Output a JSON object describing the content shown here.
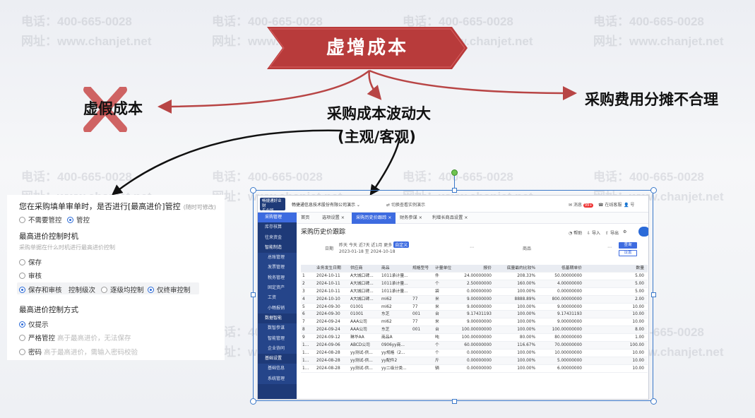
{
  "watermark": {
    "phone": "电话：400-665-0028",
    "site": "网址：www.chanjet.net"
  },
  "slide": {
    "banner": "虚增成本",
    "label_left": "虚假成本",
    "label_right": "采购费用分摊不合理",
    "label_middle_1": "采购成本波动大",
    "label_middle_2": "(主观/客观)",
    "colors": {
      "banner": "#b83b3b",
      "arrow": "#b84545",
      "cross": "#c94a4a"
    }
  },
  "settings_panel": {
    "question": "您在采购填单审单时，是否进行[最高进价]管控",
    "question_note": "(随时可修改)",
    "opt_no": "不需要管控",
    "opt_yes": "管控",
    "timing_title": "最高进价控制时机",
    "timing_sub": "采购单据在什么时机进行最高进价控制",
    "timing_save": "保存",
    "timing_review": "审核",
    "timing_both": "保存和审核",
    "level_label": "控制级次",
    "level_each": "逐级均控制",
    "level_final": "仅终审控制",
    "method_title": "最高进价控制方式",
    "method_hint": "仅提示",
    "method_strict": "严格管控",
    "method_strict_desc": "高于最高进价，无法保存",
    "method_pwd": "密码",
    "method_pwd_desc": "高于最高进价，需输入密码校验"
  },
  "app": {
    "logo": "畅捷通好业财",
    "logo_sub": "专业版",
    "company": "畅捷通信息技术股份有限公司演示",
    "switch_demo": "切换查看实例演示",
    "msg": "消息",
    "msg_badge": "99+",
    "service": "在线客服",
    "user": "号",
    "sidebar": [
      "采购管理",
      "库存核算",
      "往来资金",
      "智能制造",
      "总账管理",
      "发票管理",
      "税务管理",
      "固定资产",
      "工资",
      "小畅报销",
      "数据智能",
      "数智参谋",
      "智能管理",
      "企业协同",
      "基础设置",
      "基础信息",
      "系统管理"
    ],
    "sidebar_selected": 0,
    "sidebar_groups": [
      3,
      10,
      14
    ],
    "tabs": [
      "首页",
      "选项设置",
      "采购历史价跟踪",
      "财务参谋",
      "利增长商品设置"
    ],
    "active_tab": 2,
    "page_title": "采购历史价跟踪",
    "tools": {
      "help": "帮助",
      "import": "导入",
      "export": "导出"
    },
    "filter": {
      "date_label": "日期",
      "quick": "昨天  今天  近7天  近1月  更多",
      "custom": "自定义",
      "range": "2023-01-18 至 2024-10-18",
      "product_label": "商品",
      "query": "查询",
      "settings": "设置"
    },
    "columns": [
      "",
      "业务发生日期",
      "供应商",
      "商品",
      "规格型号",
      "计量单位",
      "报价",
      "底量最的比较%",
      "低基期单价",
      "数量"
    ],
    "rows": [
      [
        "1",
        "2024-10-11",
        "A大城口碑...",
        "1011承计量...",
        "",
        "件",
        "24.00000000",
        "208.33%",
        "50.00000000",
        "5.00"
      ],
      [
        "2",
        "2024-10-11",
        "A大城口碑...",
        "1011承计量...",
        "",
        "个",
        "2.50000000",
        "160.00%",
        "4.00000000",
        "5.00"
      ],
      [
        "3",
        "2024-10-11",
        "A大城口碑...",
        "1011承计量...",
        "",
        "袋",
        "0.00000000",
        "100.00%",
        "0.00000000",
        "5.00"
      ],
      [
        "4",
        "2024-10-10",
        "A大城口碑...",
        "mi62",
        "77",
        "米",
        "9.00000000",
        "8888.89%",
        "800.00000000",
        "2.00"
      ],
      [
        "5",
        "2024-09-30",
        "01001",
        "mi62",
        "77",
        "米",
        "9.00000000",
        "100.00%",
        "9.00000000",
        "10.00"
      ],
      [
        "6",
        "2024-09-30",
        "01001",
        "东芝",
        "001",
        "台",
        "9.17431193",
        "100.00%",
        "9.17431193",
        "10.00"
      ],
      [
        "7",
        "2024-09-24",
        "AAA公司",
        "mi62",
        "77",
        "米",
        "9.00000000",
        "100.00%",
        "9.00000000",
        "10.00"
      ],
      [
        "8",
        "2024-09-24",
        "AAA公司",
        "东芝",
        "001",
        "台",
        "100.00000000",
        "100.00%",
        "100.00000000",
        "8.00"
      ],
      [
        "9",
        "2024-09-12",
        "琳华AA",
        "商品A",
        "",
        "吨",
        "100.00000000",
        "80.00%",
        "80.00000000",
        "1.00"
      ],
      [
        "1...",
        "2024-09-06",
        "ABCD公司",
        "0906yy商...",
        "",
        "个",
        "60.00000000",
        "116.67%",
        "70.00000000",
        "100.00"
      ],
      [
        "1...",
        "2024-08-28",
        "yy测试-供...",
        "yy规格（2...",
        "",
        "个",
        "0.00000000",
        "100.00%",
        "10.00000000",
        "10.00"
      ],
      [
        "1...",
        "2024-08-28",
        "yy测试-供...",
        "yy配件2",
        "",
        "斤",
        "0.00000000",
        "100.00%",
        "5.00000000",
        "10.00"
      ],
      [
        "1...",
        "2024-08-28",
        "yy测试-供...",
        "yy二级分类...",
        "",
        "辆",
        "0.00000000",
        "100.00%",
        "6.00000000",
        "10.00"
      ]
    ]
  }
}
